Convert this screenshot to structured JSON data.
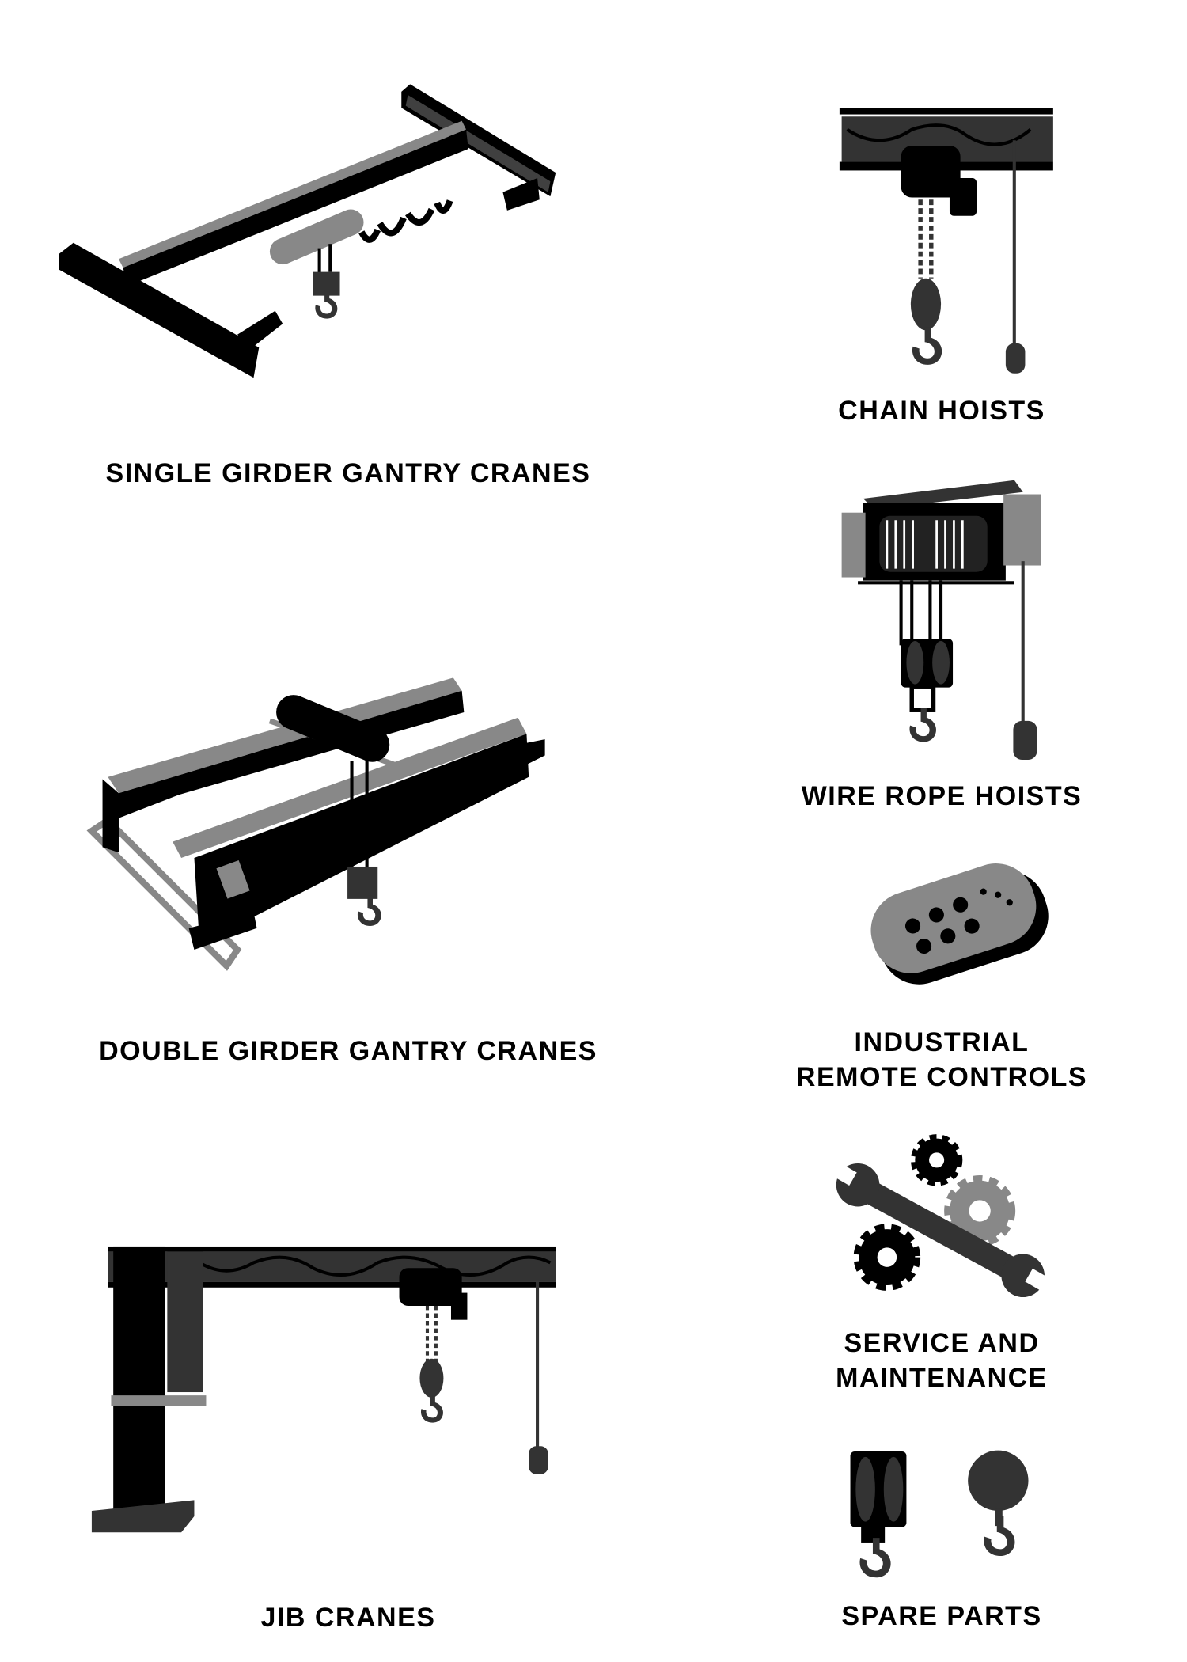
{
  "products": {
    "single_girder": {
      "label": "SINGLE GIRDER GANTRY CRANES"
    },
    "double_girder": {
      "label": "DOUBLE GIRDER GANTRY CRANES"
    },
    "jib": {
      "label": "JIB CRANES"
    },
    "chain_hoists": {
      "label": "CHAIN HOISTS"
    },
    "wire_rope_hoists": {
      "label": "WIRE ROPE HOISTS"
    },
    "remote_controls": {
      "label_line1": "INDUSTRIAL",
      "label_line2": "REMOTE CONTROLS"
    },
    "service": {
      "label_line1": "SERVICE AND",
      "label_line2": "MAINTENANCE"
    },
    "spare_parts": {
      "label": "SPARE PARTS"
    }
  },
  "colors": {
    "black": "#000000",
    "dark": "#333333",
    "gray": "#888888"
  }
}
